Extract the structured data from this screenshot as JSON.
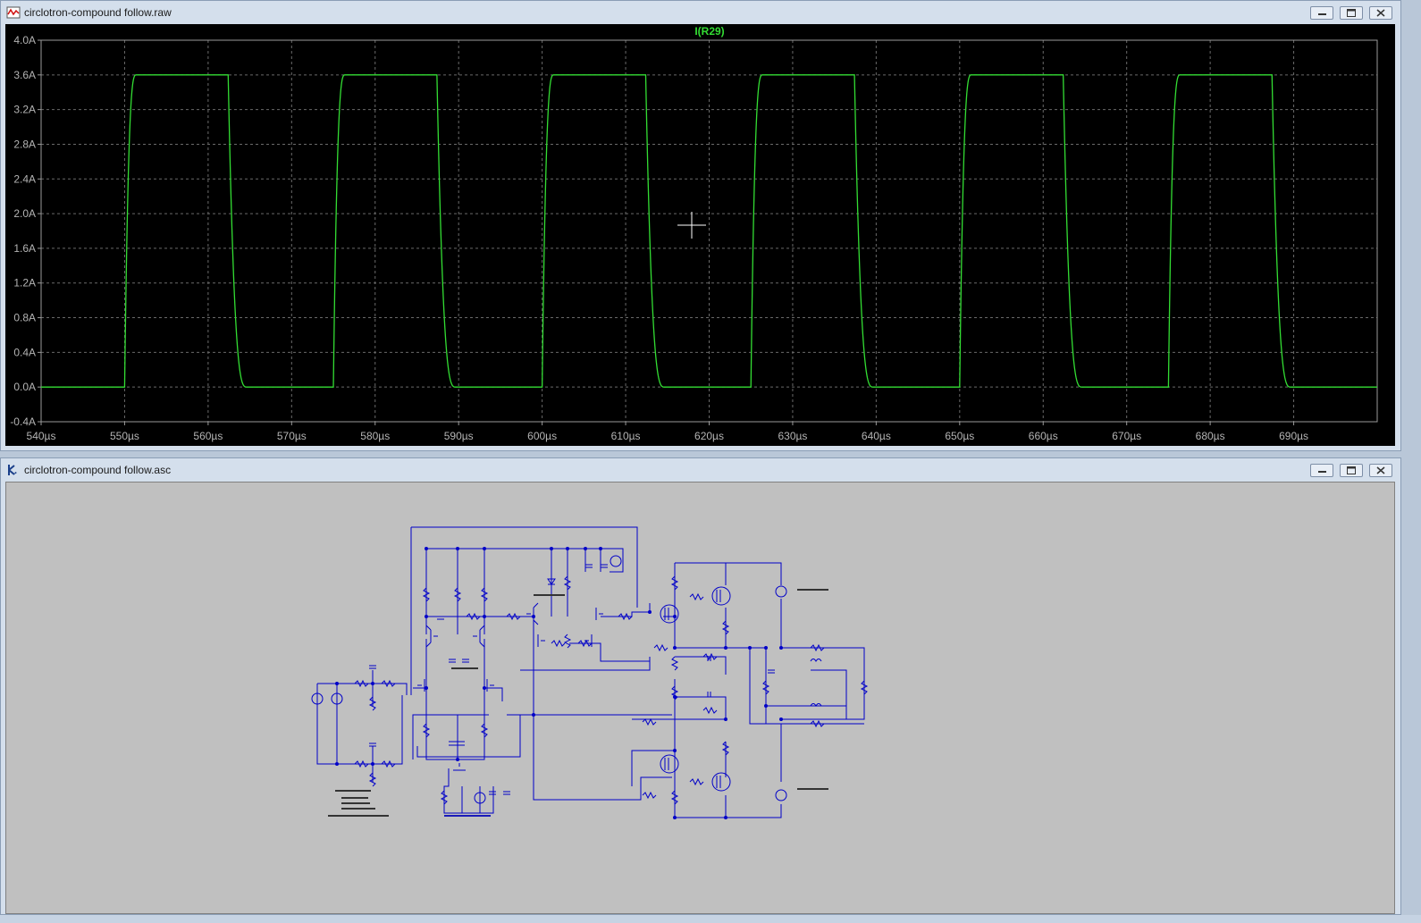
{
  "waveform_window": {
    "title": "circlotron-compound follow.raw",
    "icon": "waveform-app-icon",
    "trace_label": "I(R29)",
    "cursor": "crosshair-cursor"
  },
  "schematic_window": {
    "title": "circlotron-compound follow.asc",
    "icon": "schematic-app-icon"
  },
  "window_controls": {
    "minimize": "minimize-icon",
    "maximize": "maximize-icon",
    "close": "close-icon"
  },
  "colors": {
    "plot_background": "#000000",
    "trace": "#33dd33",
    "grid": "#6a6a6a",
    "schematic_background": "#c0c0c0",
    "schematic_wire": "#0000c8"
  },
  "chart_data": {
    "type": "line",
    "x_unit": "µs",
    "xlim": [
      540,
      700
    ],
    "ylim": [
      -0.4,
      4.0
    ],
    "x_ticks": [
      "540µs",
      "550µs",
      "560µs",
      "570µs",
      "580µs",
      "590µs",
      "600µs",
      "610µs",
      "620µs",
      "630µs",
      "640µs",
      "650µs",
      "660µs",
      "670µs",
      "680µs",
      "690µs"
    ],
    "x_tick_values": [
      540,
      550,
      560,
      570,
      580,
      590,
      600,
      610,
      620,
      630,
      640,
      650,
      660,
      670,
      680,
      690
    ],
    "y_ticks": [
      "4.0A",
      "3.6A",
      "3.2A",
      "2.8A",
      "2.4A",
      "2.0A",
      "1.6A",
      "1.2A",
      "0.8A",
      "0.4A",
      "0.0A",
      "-0.4A"
    ],
    "y_tick_values": [
      4.0,
      3.6,
      3.2,
      2.8,
      2.4,
      2.0,
      1.6,
      1.2,
      0.8,
      0.4,
      0.0,
      -0.4
    ],
    "grid": true,
    "series": [
      {
        "name": "I(R29)",
        "color": "#33dd33",
        "period_us": 25,
        "high_A": 3.6,
        "low_A": 0.0,
        "rising_edges_us": [
          550,
          575,
          600,
          625,
          650,
          675
        ],
        "falling_edges_us": [
          562.4,
          587.4,
          612.4,
          637.4,
          662.4,
          687.4
        ]
      }
    ]
  }
}
